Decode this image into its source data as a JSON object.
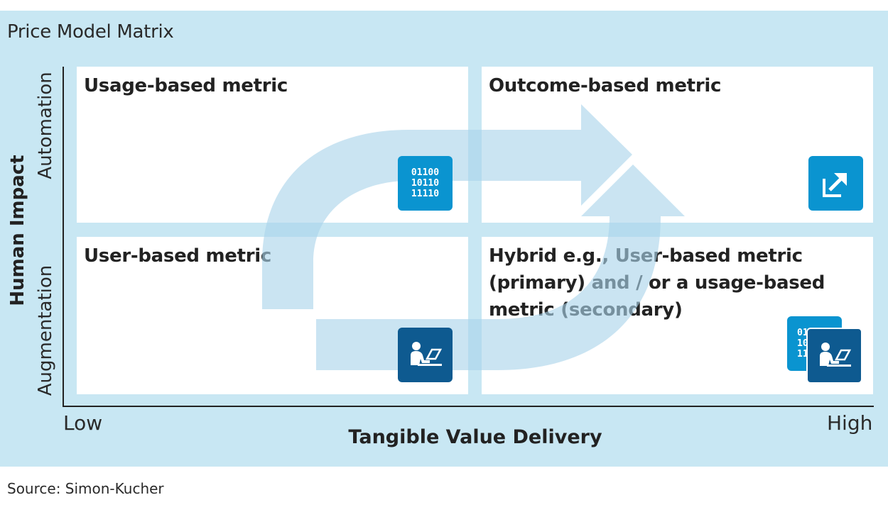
{
  "title": "Price Model Matrix",
  "quadrants": {
    "top_left": "Usage-based metric",
    "top_right": "Outcome-based metric",
    "bottom_left": "User-based metric",
    "bottom_right": "Hybrid e.g., User-based metric (primary) and / or a usage-based metric (secondary)"
  },
  "y_axis": {
    "label": "Human Impact",
    "high": "Automation",
    "low": "Augmentation"
  },
  "x_axis": {
    "label": "Tangible Value Delivery",
    "low": "Low",
    "high": "High"
  },
  "icons": {
    "top_left": "binary-data-icon",
    "top_right": "export-outcome-icon",
    "bottom_left": "user-laptop-icon",
    "bottom_right_back": "binary-data-icon",
    "bottom_right_front": "user-laptop-icon"
  },
  "binary_text": [
    "01100",
    "10110",
    "11110"
  ],
  "colors": {
    "panel_background": "#c8e7f3",
    "icon_light": "#0a94d0",
    "icon_dark": "#0e5a90",
    "arrow": "#a9d4ea"
  },
  "source": "Source: Simon-Kucher"
}
